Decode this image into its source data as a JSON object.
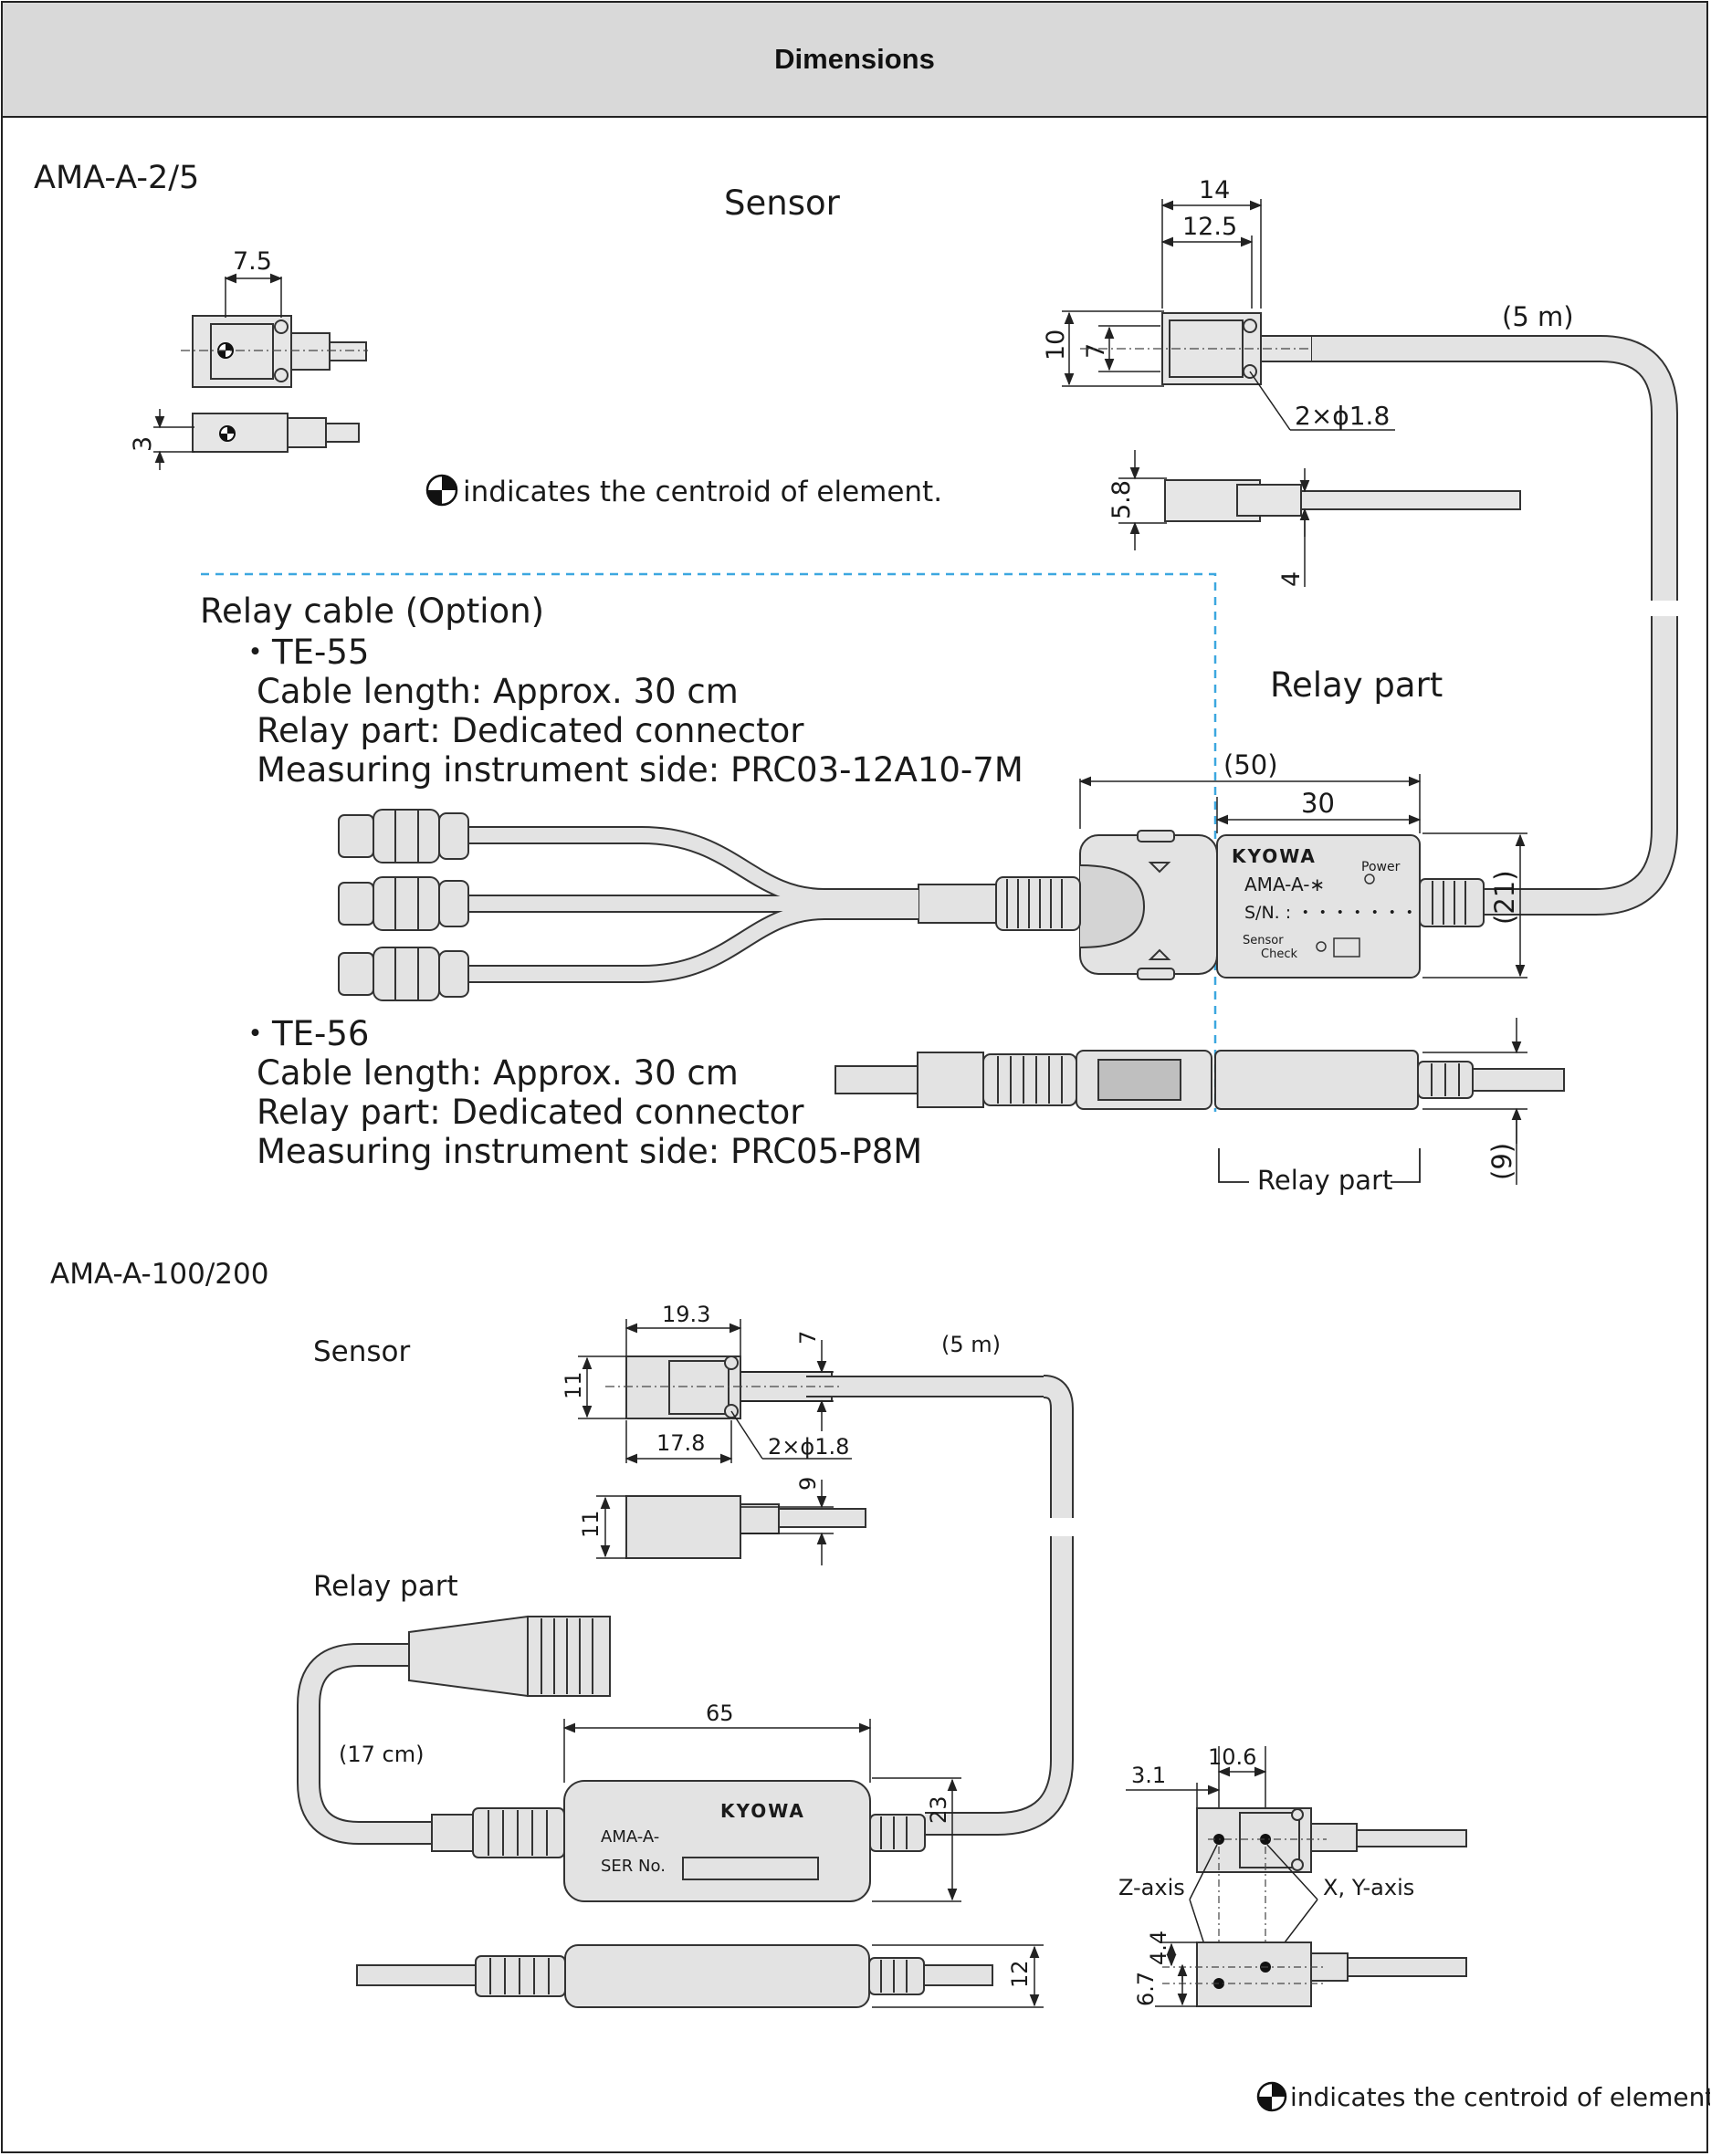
{
  "header": {
    "title": "Dimensions"
  },
  "section_a": {
    "model": "AMA-A-2/5",
    "sensor_title": "Sensor",
    "dims": {
      "d_7_5": "7.5",
      "d_3": "3",
      "d_14": "14",
      "d_12_5": "12.5",
      "d_10": "10",
      "d_7": "7",
      "d_hole": "2×ϕ1.8",
      "d_5_8": "5.8",
      "d_4": "4",
      "d_5m": "(5 m)",
      "d_50": "(50)",
      "d_30": "30",
      "d_21": "(21)",
      "d_9": "(9)"
    },
    "centroid_note": "indicates the centroid of element.",
    "relay_cable_title": "Relay cable (Option)",
    "te55": {
      "name": "・TE-55",
      "cable_length": "Cable length: Approx. 30 cm",
      "relay_part": "Relay part: Dedicated connector",
      "instrument_side": "Measuring instrument side: PRC03-12A10-7M"
    },
    "te56": {
      "name": "・TE-56",
      "cable_length": "Cable length: Approx. 30 cm",
      "relay_part": "Relay part: Dedicated connector",
      "instrument_side": "Measuring instrument side: PRC05-P8M"
    },
    "relay_part_title": "Relay part",
    "relay_part_label": "Relay part",
    "box_labels": {
      "brand": "KYOWA",
      "power": "Power",
      "model": "AMA-A-∗",
      "serial": "S/N. : ・・・・・・・・・",
      "sensor": "Sensor",
      "check": "Check"
    }
  },
  "section_b": {
    "model": "AMA-A-100/200",
    "sensor_title": "Sensor",
    "relay_part_title": "Relay part",
    "dims": {
      "d_19_3": "19.3",
      "d_7": "7",
      "d_5m": "(5 m)",
      "d_11a": "11",
      "d_17_8": "17.8",
      "d_hole": "2×ϕ1.8",
      "d_9": "9",
      "d_11b": "11",
      "d_17cm": "(17 cm)",
      "d_65": "65",
      "d_23": "23",
      "d_12": "12",
      "d_3_1": "3.1",
      "d_10_6": "10.6",
      "d_4_4": "4.4",
      "d_6_7": "6.7"
    },
    "axis_z": "Z-axis",
    "axis_xy": "X, Y-axis",
    "box_labels": {
      "brand": "KYOWA",
      "model": "AMA-A-",
      "serial": "SER No."
    },
    "centroid_note": "indicates the centroid of element."
  }
}
